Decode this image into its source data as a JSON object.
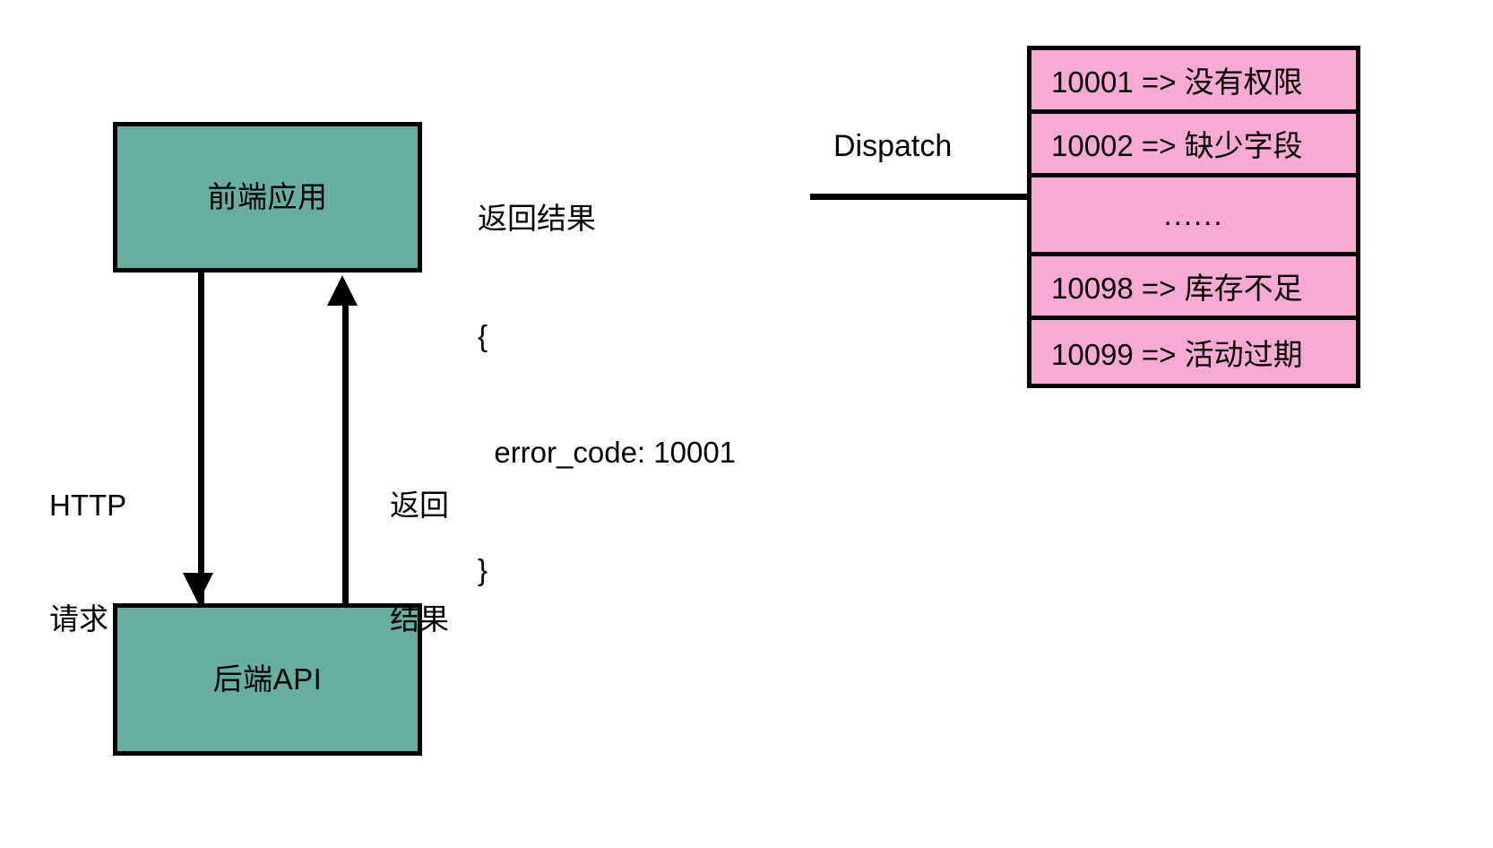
{
  "diagram": {
    "nodes": {
      "frontend": {
        "label": "前端应用"
      },
      "backend": {
        "label": "后端API"
      }
    },
    "edges": {
      "http_request": {
        "line1": "HTTP",
        "line2": "请求"
      },
      "response": {
        "line1": "返回",
        "line2": "结果"
      },
      "dispatch": {
        "label": "Dispatch"
      }
    },
    "payload": {
      "title": "返回结果",
      "open_brace": "{",
      "field": "  error_code: 10001",
      "close_brace": "}"
    },
    "error_table": {
      "rows": [
        {
          "text": "10001 => 没有权限"
        },
        {
          "text": "10002 => 缺少字段"
        },
        {
          "text": "......"
        },
        {
          "text": "10098 => 库存不足"
        },
        {
          "text": "10099 => 活动过期"
        }
      ]
    },
    "colors": {
      "node_fill": "#68ada2",
      "table_fill": "#f9aad2",
      "stroke": "#000000",
      "background": "#ffffff"
    }
  }
}
